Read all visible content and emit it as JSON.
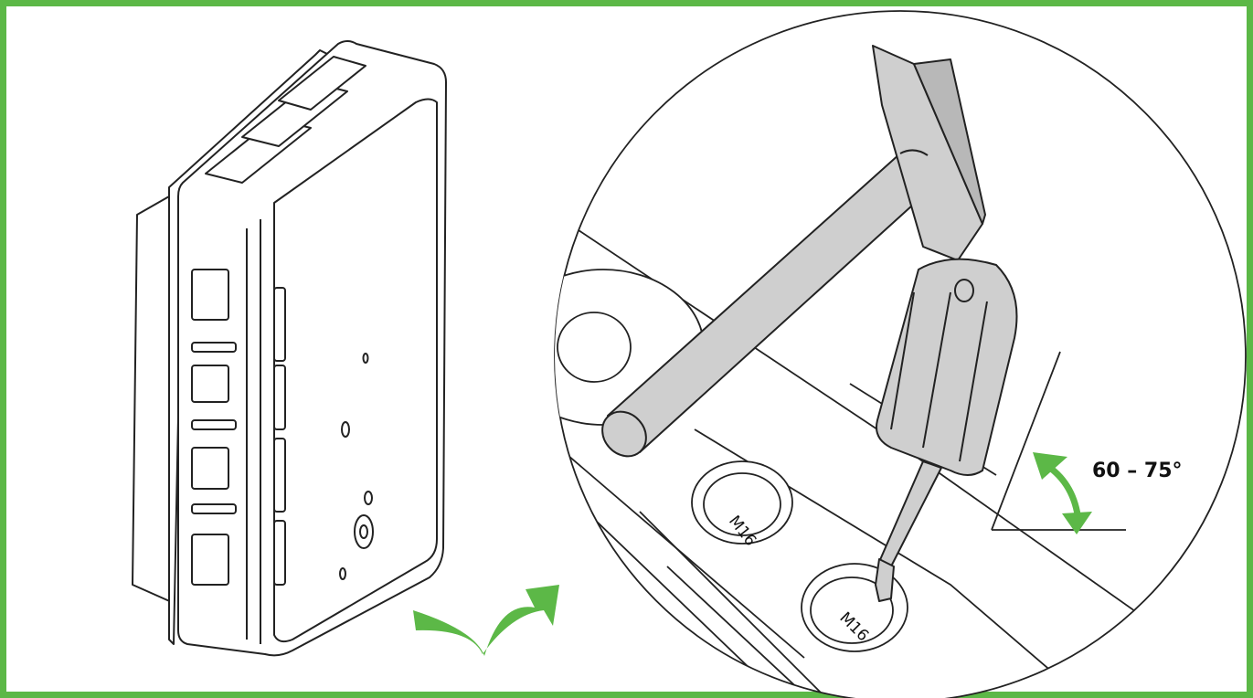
{
  "labels": {
    "angle_range": "60 – 75°",
    "knockout_upper": "M16",
    "knockout_lower": "M16"
  },
  "colors": {
    "frame": "#5cb847",
    "arrow_green": "#5cb847",
    "tool_gray": "#cfcfcf",
    "line": "#222222"
  },
  "icons": {
    "rotate_arrow": "curved-rotate-arrow-icon",
    "angle_arrow": "double-curved-arrow-icon"
  }
}
